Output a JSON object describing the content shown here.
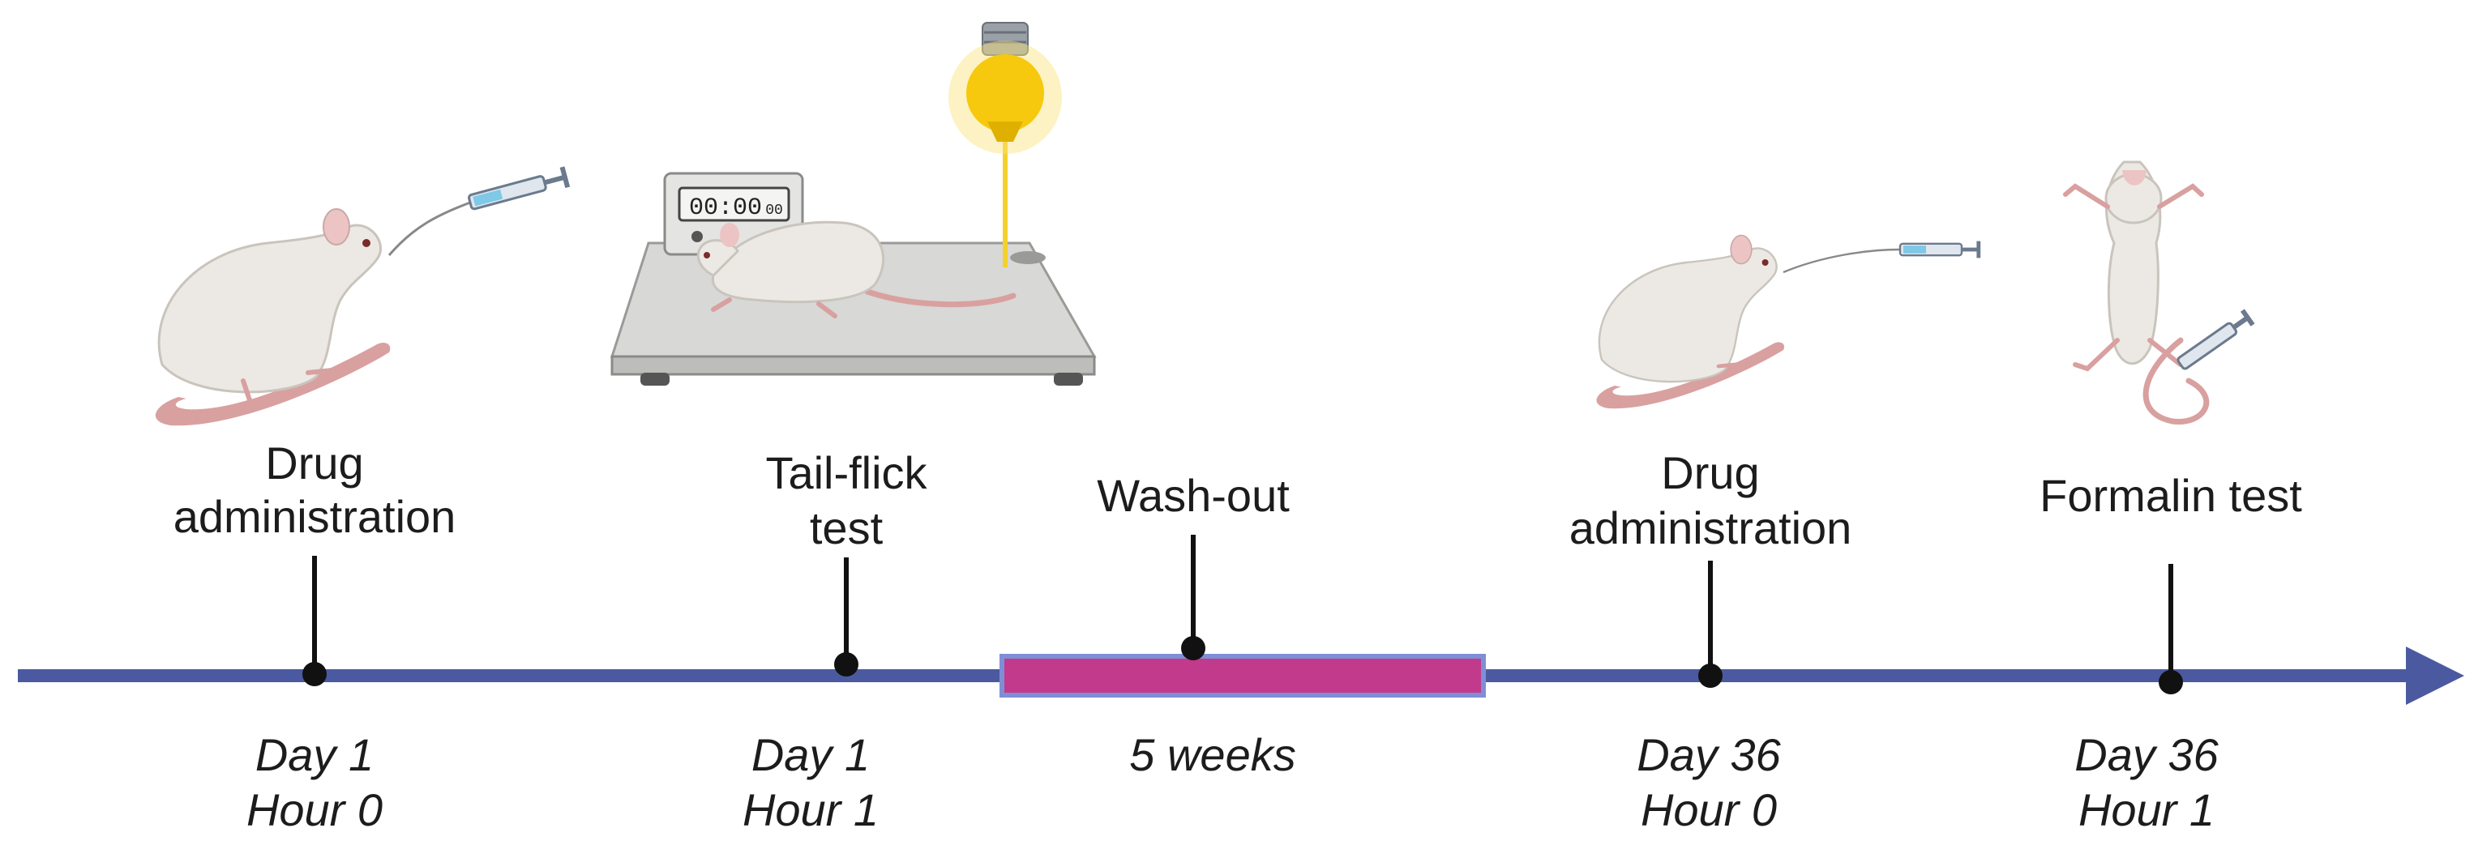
{
  "colors": {
    "timeline": "#4b5aa0",
    "washout_bar": "#c23a8c",
    "washout_border": "#7e8fd6",
    "marker": "#111111",
    "rat_body": "#ece9e4",
    "rat_tail": "#d9a0a0",
    "bulb": "#f6c90e"
  },
  "events": [
    {
      "label": [
        "Drug",
        "administration"
      ],
      "time": [
        "Day 1",
        "Hour 0"
      ],
      "icon": "rat-injection-icon"
    },
    {
      "label": [
        "Tail-flick",
        "test"
      ],
      "time": [
        "Day 1",
        "Hour 1"
      ],
      "icon": "tail-flick-apparatus-icon"
    },
    {
      "label": [
        "Wash-out"
      ],
      "time": [
        "5 weeks"
      ],
      "icon": ""
    },
    {
      "label": [
        "Drug",
        "administration"
      ],
      "time": [
        "Day 36",
        "Hour 0"
      ],
      "icon": "rat-injection-icon"
    },
    {
      "label": [
        "Formalin test"
      ],
      "time": [
        "Day 36",
        "Hour 1"
      ],
      "icon": "rat-paw-injection-icon"
    }
  ],
  "timer_display": "00:00",
  "timer_sub": "00"
}
